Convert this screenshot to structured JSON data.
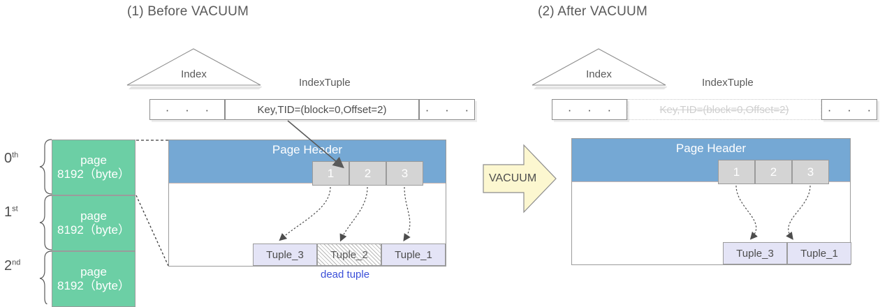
{
  "panels": [
    {
      "id": "before",
      "title": "(1) Before VACUUM",
      "index_label": "Index",
      "indextuple_label": "IndexTuple",
      "index_cells": [
        {
          "text": "·   ·   ·",
          "kind": "dots"
        },
        {
          "text": "Key,TID=(block=0,Offset=2)",
          "kind": "entry"
        },
        {
          "text": "·   ·   ·",
          "kind": "dots"
        }
      ],
      "page_header_label": "Page Header",
      "line_pointers": [
        "1",
        "2",
        "3"
      ],
      "tuples": [
        {
          "label": "Tuple_3",
          "dead": false
        },
        {
          "label": "Tuple_2",
          "dead": true
        },
        {
          "label": "Tuple_1",
          "dead": false
        }
      ],
      "dead_tuple_label": "dead tuple"
    },
    {
      "id": "after",
      "title": "(2) After VACUUM",
      "index_label": "Index",
      "indextuple_label": "IndexTuple",
      "index_cells": [
        {
          "text": "·   ·   ·",
          "kind": "dots"
        },
        {
          "text": "Key,TID=(block=0,Offset=2)",
          "kind": "removed"
        },
        {
          "text": "·   ·   ·",
          "kind": "dots"
        }
      ],
      "page_header_label": "Page Header",
      "line_pointers": [
        "1",
        "2",
        "3"
      ],
      "tuples": [
        {
          "label": "Tuple_3",
          "dead": false
        },
        {
          "label": "Tuple_1",
          "dead": false
        }
      ],
      "dead_tuple_label": ""
    }
  ],
  "page_stack": {
    "rows": [
      {
        "ordinal": "0",
        "suffix": "th",
        "line1": "page",
        "line2": "8192（byte）"
      },
      {
        "ordinal": "1",
        "suffix": "st",
        "line1": "page",
        "line2": "8192（byte）"
      },
      {
        "ordinal": "2",
        "suffix": "nd",
        "line1": "page",
        "line2": "8192（byte）"
      }
    ]
  },
  "vacuum_arrow": {
    "label": "VACUUM"
  },
  "colors": {
    "page_green": "#6ccfa5",
    "header_blue": "#75a8d4",
    "line_pointer_gray": "#d4d4d4",
    "tuple_lavender": "#e4e4f6",
    "vacuum_yellow": "#fcf7d0",
    "dead_tuple_text": "#3b4fd8",
    "outline_gray": "#9b9b9b"
  }
}
